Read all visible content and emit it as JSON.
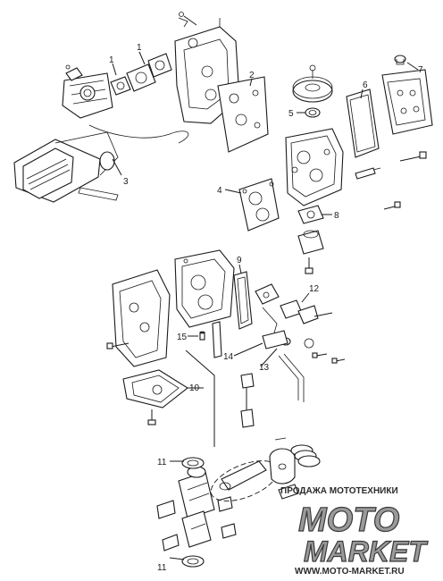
{
  "diagram": {
    "callouts": [
      "1",
      "1",
      "2",
      "3",
      "4",
      "5",
      "6",
      "7",
      "8",
      "9",
      "10",
      "11",
      "11",
      "12",
      "13",
      "14",
      "15"
    ]
  },
  "watermark": {
    "tagline": "ПРОДАЖА МОТОТЕХНИКИ",
    "logo_top": "MOTO",
    "logo_bottom": "MARKET",
    "url": "WWW.MOTO-MARKET.RU"
  }
}
